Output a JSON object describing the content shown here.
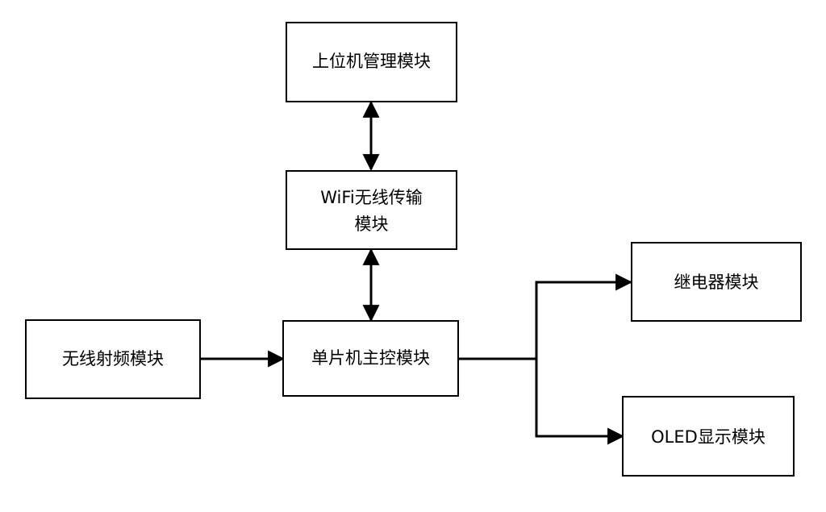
{
  "nodes": {
    "host_management": "上位机管理模块",
    "wifi_line1": "WiFi无线传输",
    "wifi_line2": "模块",
    "mcu_main_control": "单片机主控模块",
    "wireless_rf": "无线射频模块",
    "relay": "继电器模块",
    "oled_display": "OLED显示模块"
  },
  "edges": [
    {
      "from": "host_management",
      "to": "wifi_transmission",
      "direction": "bidirectional"
    },
    {
      "from": "wifi_transmission",
      "to": "mcu_main_control",
      "direction": "bidirectional"
    },
    {
      "from": "wireless_rf",
      "to": "mcu_main_control",
      "direction": "forward"
    },
    {
      "from": "mcu_main_control",
      "to": "relay",
      "direction": "forward"
    },
    {
      "from": "mcu_main_control",
      "to": "oled_display",
      "direction": "forward"
    }
  ],
  "colors": {
    "stroke": "#000000",
    "background": "#ffffff"
  }
}
